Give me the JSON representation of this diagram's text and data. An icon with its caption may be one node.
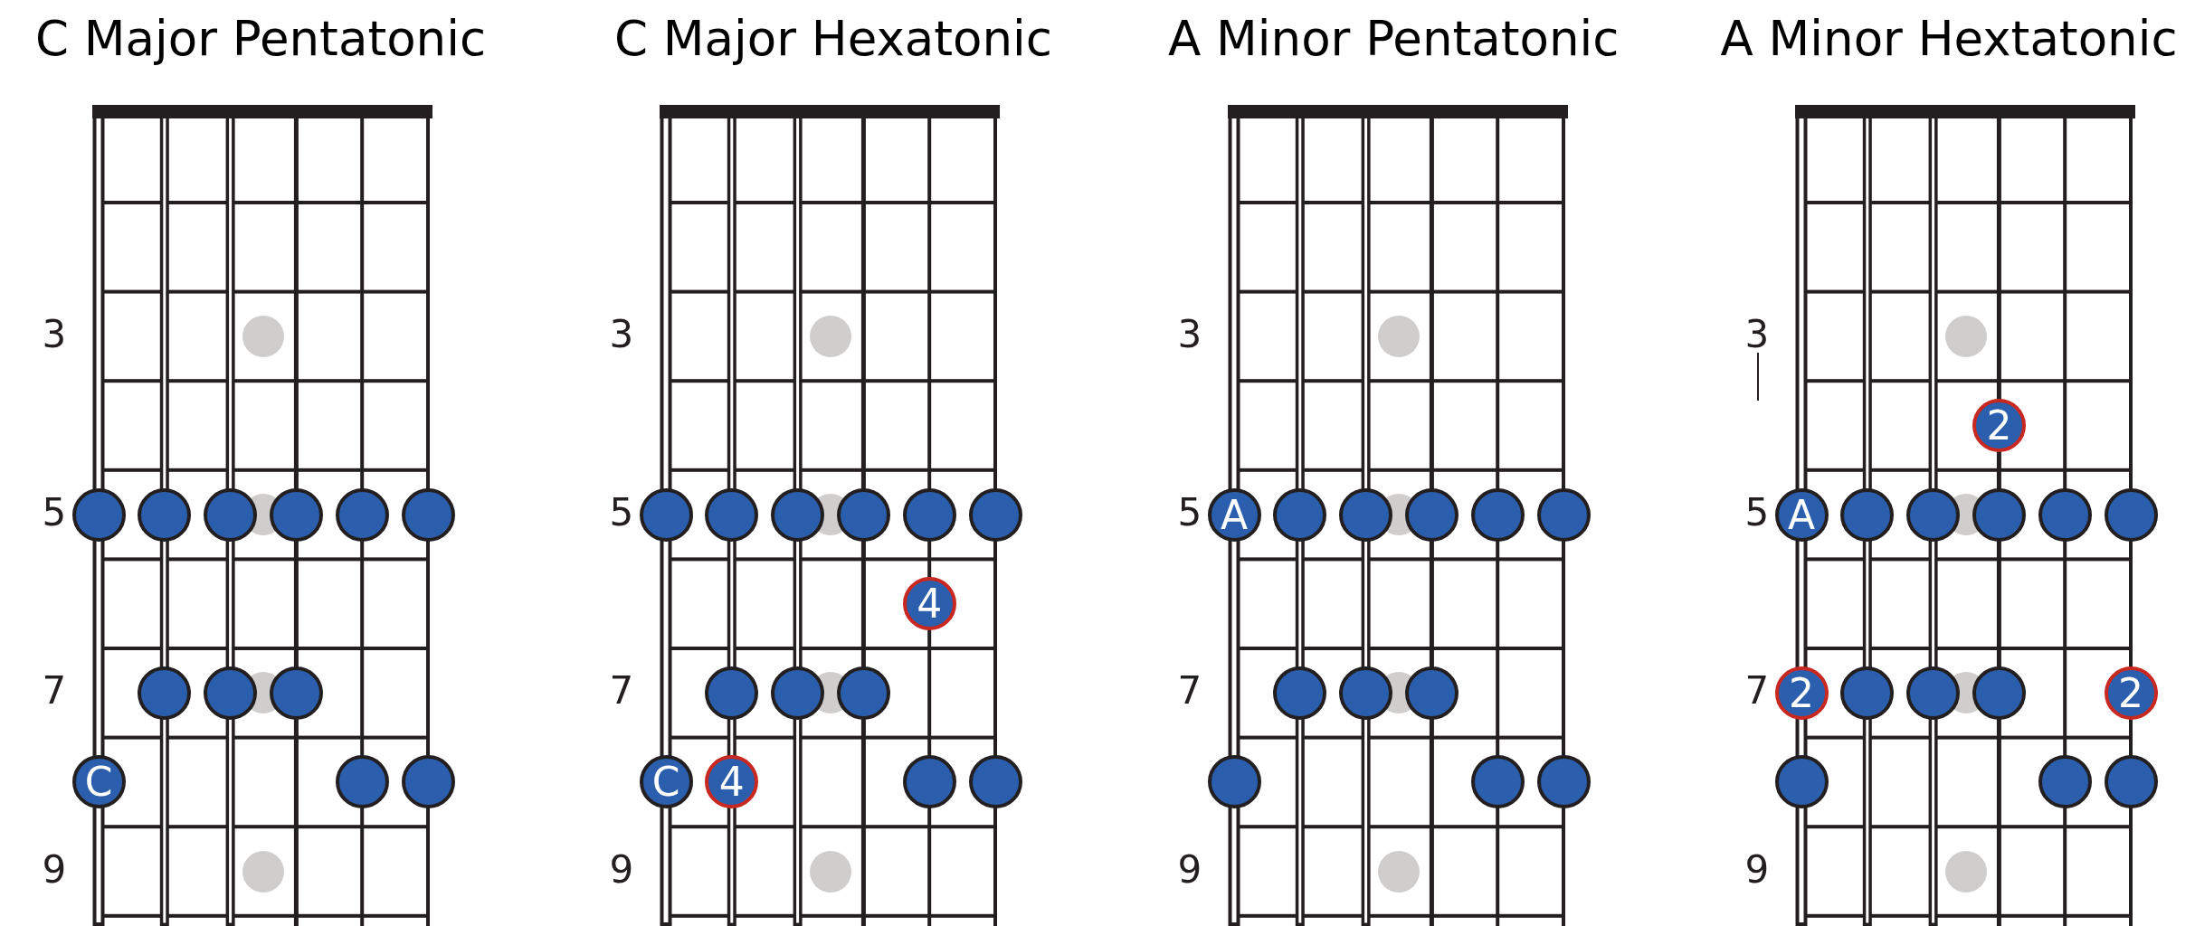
{
  "diagram": {
    "nodes": [
      {
        "text": [
          "C Major Pentatonic"
        ]
      },
      {
        "text": [],
        "shape": "circle",
        "in": 0
      },
      {
        "text": [],
        "shape": "circle",
        "in": 0
      },
      {
        "text": [],
        "shape": "circle",
        "in": 0
      },
      {
        "text": [],
        "shape": "circle",
        "in": 0
      },
      {
        "text": [],
        "shape": "circle",
        "in": 0
      },
      {
        "text": [],
        "shape": "circle",
        "in": 0
      },
      {
        "text": [],
        "shape": "circle",
        "in": 0
      },
      {
        "text": [],
        "shape": "circle",
        "in": 0
      },
      {
        "text": [],
        "shape": "circle",
        "in": 0
      },
      {
        "text": [
          "C"
        ],
        "in": 0
      },
      {
        "text": [],
        "shape": "circle",
        "in": 0
      },
      {
        "text": [],
        "shape": "circle",
        "in": 0
      },
      {
        "text": [
          "C Major Hexatonic"
        ]
      },
      {
        "text": [],
        "shape": "circle",
        "in": 13
      },
      {
        "text": [],
        "shape": "circle",
        "in": 13
      },
      {
        "text": [],
        "shape": "circle",
        "in": 13
      },
      {
        "text": [],
        "shape": "circle",
        "in": 13
      },
      {
        "text": [],
        "shape": "circle",
        "in": 13
      },
      {
        "text": [],
        "shape": "circle",
        "in": 13
      },
      {
        "text": [
          "4"
        ],
        "in": 13
      },
      {
        "text": [],
        "shape": "circle",
        "in": 13
      },
      {
        "text": [],
        "shape": "circle",
        "in": 13
      },
      {
        "text": [],
        "shape": "circle",
        "in": 13
      },
      {
        "text": [
          "C"
        ],
        "in": 13
      },
      {
        "text": [
          "4"
        ],
        "in": 13
      },
      {
        "text": [],
        "shape": "circle",
        "in": 13
      },
      {
        "text": [],
        "shape": "circle",
        "in": 13
      },
      {
        "text": [
          "A Minor Pentatonic"
        ]
      },
      {
        "text": [
          "A"
        ],
        "in": 28
      },
      {
        "text": [],
        "shape": "circle",
        "in": 28
      },
      {
        "text": [],
        "shape": "circle",
        "in": 28
      },
      {
        "text": [],
        "shape": "circle",
        "in": 28
      },
      {
        "text": [],
        "shape": "circle",
        "in": 28
      },
      {
        "text": [],
        "shape": "circle",
        "in": 28
      },
      {
        "text": [],
        "shape": "circle",
        "in": 28
      },
      {
        "text": [],
        "shape": "circle",
        "in": 28
      },
      {
        "text": [],
        "shape": "circle",
        "in": 28
      },
      {
        "text": [],
        "shape": "circle",
        "in": 28
      },
      {
        "text": [],
        "shape": "circle",
        "in": 28
      },
      {
        "text": [],
        "shape": "circle",
        "in": 28
      },
      {
        "text": [
          "A Minor Hextatonic"
        ]
      },
      {
        "text": [
          "2"
        ],
        "in": 41
      },
      {
        "text": [
          "A"
        ],
        "in": 41
      },
      {
        "text": [],
        "shape": "circle",
        "in": 41
      },
      {
        "text": [],
        "shape": "circle",
        "in": 41
      },
      {
        "text": [],
        "shape": "circle",
        "in": 41
      },
      {
        "text": [],
        "shape": "circle",
        "in": 41
      },
      {
        "text": [],
        "shape": "circle",
        "in": 41
      },
      {
        "text": [
          "2"
        ],
        "in": 41
      },
      {
        "text": [],
        "shape": "circle",
        "in": 41
      },
      {
        "text": [],
        "shape": "circle",
        "in": 41
      },
      {
        "text": [],
        "shape": "circle",
        "in": 41
      },
      {
        "text": [
          "2"
        ],
        "in": 41
      },
      {
        "text": [],
        "shape": "circle",
        "in": 41
      },
      {
        "text": [],
        "shape": "circle",
        "in": 41
      },
      {
        "text": [],
        "shape": "circle",
        "in": 41
      }
    ],
    "labels": [
      "3",
      "5",
      "7",
      "9",
      "3",
      "5",
      "7",
      "9",
      "3",
      "5",
      "7",
      "9",
      "3",
      "5",
      "7",
      "9"
    ]
  }
}
